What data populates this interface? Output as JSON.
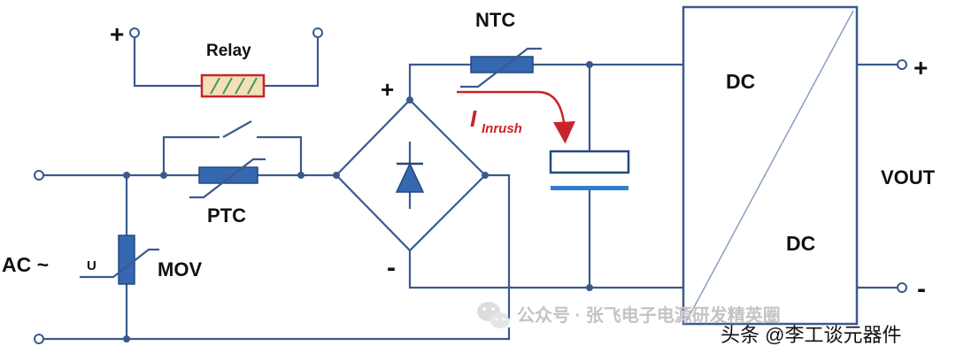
{
  "labels": {
    "plus_top_left": "+",
    "relay": "Relay",
    "ntc": "NTC",
    "bridge_plus": "+",
    "bridge_minus": "-",
    "inrush_main": "I",
    "inrush_sub": "Inrush",
    "ptc": "PTC",
    "ac": "AC ~",
    "mov_u": "U",
    "mov": "MOV",
    "dc_top": "DC",
    "dc_bottom": "DC",
    "vout": "VOUT",
    "out_plus": "+",
    "out_minus": "-"
  },
  "watermark": {
    "wechat": "公众号 · 张飞电子电源研发精英圈",
    "toutiao": "头条 @李工谈元器件"
  },
  "colors": {
    "wire": "#3a5a8c",
    "component": "#3568b0",
    "accent_red": "#c8242b",
    "relay_fill": "#f4dfb8",
    "capacitor_blue": "#2f7fd0"
  },
  "icons": {
    "wechat": "wechat-icon"
  }
}
